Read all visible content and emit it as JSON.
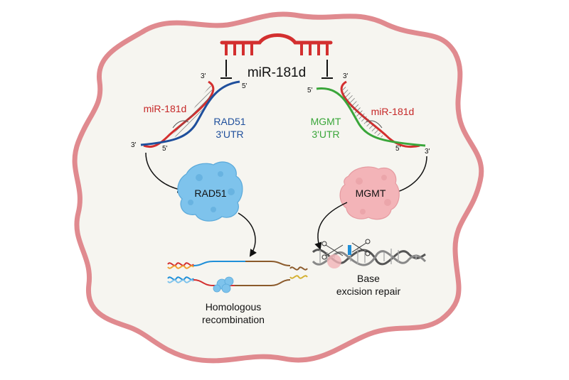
{
  "mirna_title": "miR-181d",
  "left_duplex": {
    "mirna_label": "miR-181d",
    "target_line1": "RAD51",
    "target_line2": "3'UTR",
    "end_top_3": "3'",
    "end_top_5": "5'",
    "end_bottom_3": "3'",
    "end_bottom_5": "5'"
  },
  "right_duplex": {
    "mirna_label": "miR-181d",
    "target_line1": "MGMT",
    "target_line2": "3'UTR",
    "end_top_3": "3'",
    "end_top_5": "5'",
    "end_bottom_3": "3'",
    "end_bottom_5": "5'"
  },
  "left_protein": "RAD51",
  "right_protein": "MGMT",
  "left_outcome": {
    "line1": "Homologous",
    "line2": "recombination"
  },
  "right_outcome": {
    "line1": "Base",
    "line2": "excision repair"
  },
  "colors": {
    "cell_membrane": "#e08a8f",
    "cell_fill": "#f6f5f0",
    "mirna": "#d32f2f",
    "rad51_utr": "#1f4f9c",
    "mgmt_utr": "#3aa63a",
    "rad51_protein": "#7ec3ec",
    "mgmt_protein": "#f3b4b8"
  }
}
